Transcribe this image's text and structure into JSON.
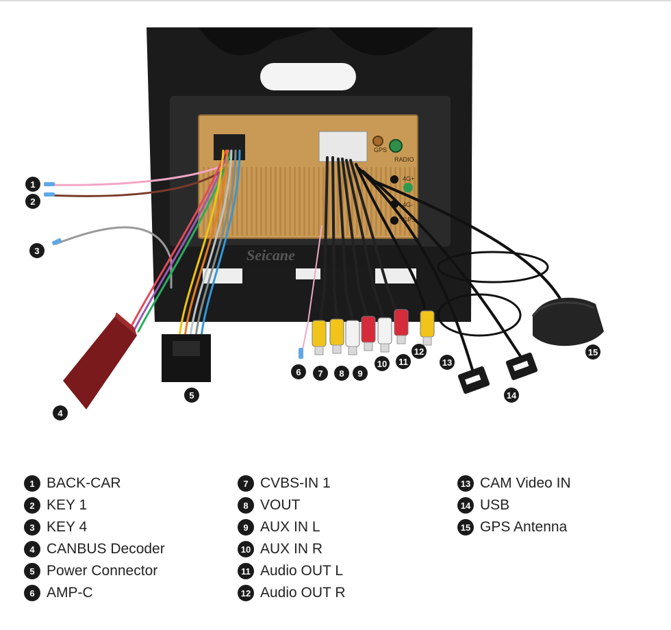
{
  "watermark": "Seicane",
  "panel_labels": {
    "gps": "GPS",
    "radio": "RADIO",
    "lte_plus": "4G+",
    "lte_minus": "4G-",
    "gps_port": "GPS"
  },
  "callouts": [
    "1",
    "2",
    "3",
    "4",
    "5",
    "6",
    "7",
    "8",
    "9",
    "10",
    "11",
    "12",
    "13",
    "14",
    "15"
  ],
  "legend": {
    "col1": [
      {
        "num": "1",
        "label": "BACK-CAR"
      },
      {
        "num": "2",
        "label": "KEY 1"
      },
      {
        "num": "3",
        "label": "KEY 4"
      },
      {
        "num": "4",
        "label": "CANBUS Decoder"
      },
      {
        "num": "5",
        "label": "Power Connector"
      },
      {
        "num": "6",
        "label": "AMP-C"
      }
    ],
    "col2": [
      {
        "num": "7",
        "label": "CVBS-IN 1"
      },
      {
        "num": "8",
        "label": "VOUT"
      },
      {
        "num": "9",
        "label": "AUX IN L"
      },
      {
        "num": "10",
        "label": "AUX IN R"
      },
      {
        "num": "11",
        "label": "Audio OUT L"
      },
      {
        "num": "12",
        "label": "Audio OUT R"
      }
    ],
    "col3": [
      {
        "num": "13",
        "label": "CAM Video IN"
      },
      {
        "num": "14",
        "label": "USB"
      },
      {
        "num": "15",
        "label": "GPS Antenna"
      }
    ]
  },
  "colors": {
    "bezel": "#1b1b1c",
    "chassis": "#c99a55",
    "fins": "#b98845",
    "rca_yellow": "#f0c419",
    "rca_red": "#d62b3a",
    "rca_white": "#f2f2f2",
    "decoder": "#7a1a1c",
    "wire_pink": "#f2a6c4",
    "wire_brown": "#7a3b2a",
    "wire_grey": "#9a9a9a",
    "wire_blue": "#5fa8e6"
  }
}
